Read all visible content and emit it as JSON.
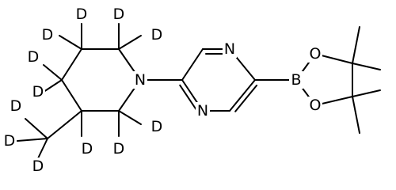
{
  "molecule": {
    "atoms": {
      "n_piperidine": "N",
      "n_pyrazine_top": "N",
      "n_pyrazine_bottom": "N",
      "boron": "B",
      "o_upper": "O",
      "o_lower": "O",
      "deuterium": "D"
    }
  }
}
